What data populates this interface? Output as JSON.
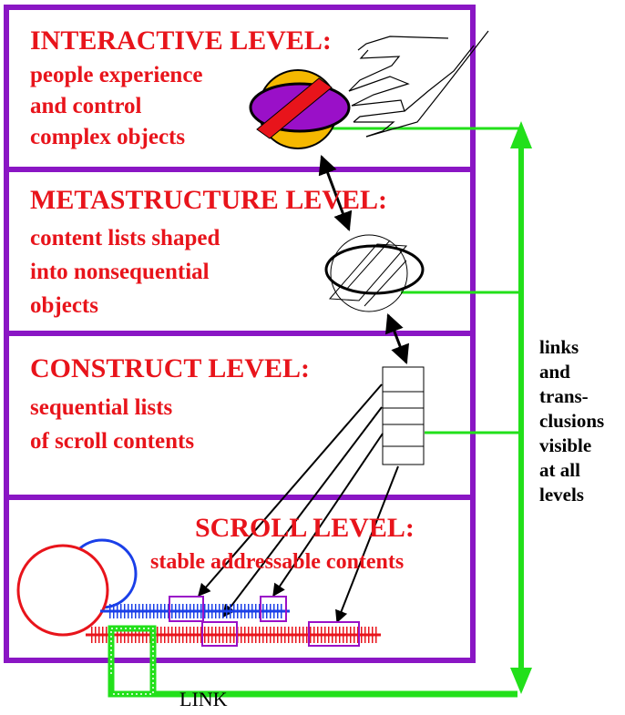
{
  "levels": [
    {
      "title": "INTERACTIVE LEVEL:",
      "lines": [
        "people experience",
        "and control",
        "complex objects"
      ]
    },
    {
      "title": "METASTRUCTURE LEVEL:",
      "lines": [
        "content lists shaped",
        "into nonsequential",
        "objects"
      ]
    },
    {
      "title": "CONSTRUCT LEVEL:",
      "lines": [
        "sequential lists",
        "of scroll contents"
      ]
    },
    {
      "title": "SCROLL LEVEL:",
      "lines": [
        "stable addressable contents"
      ]
    }
  ],
  "side_note": [
    "links",
    "and",
    "trans-",
    "clusions",
    "visible",
    "at all",
    "levels"
  ],
  "link_label": "LINK",
  "colors": {
    "frame": "#8a16c4",
    "text": "#e8141b",
    "green": "#22e01a",
    "purple": "#9a10c8",
    "yellow": "#f5b800",
    "red": "#e8141b",
    "blue": "#1a3fe8"
  }
}
